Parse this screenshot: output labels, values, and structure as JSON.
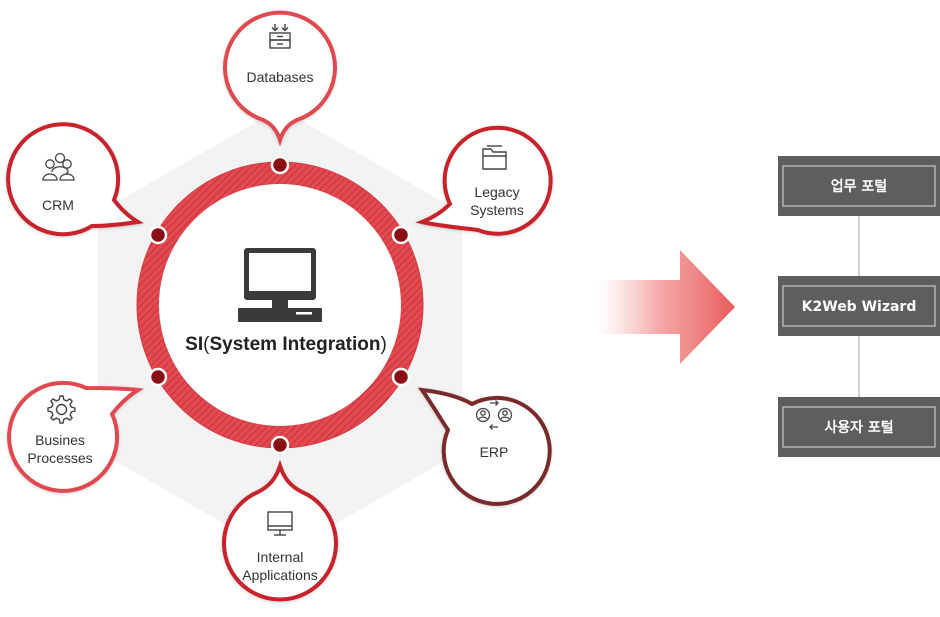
{
  "center": {
    "prefix": "SI",
    "open_paren": "(",
    "name": "System Integration",
    "close_paren": ")",
    "icon": "computer-icon"
  },
  "nodes": [
    {
      "id": "databases",
      "lines": [
        "Databases"
      ],
      "icon": "database-archive-icon",
      "color": "#e0484f"
    },
    {
      "id": "legacy-systems",
      "lines": [
        "Legacy",
        "Systems"
      ],
      "icon": "folder-icon",
      "color": "#c8202a"
    },
    {
      "id": "erp",
      "lines": [
        "ERP"
      ],
      "icon": "user-exchange-icon",
      "color": "#7a2a2a"
    },
    {
      "id": "internal-applications",
      "lines": [
        "Internal",
        "Applications"
      ],
      "icon": "monitor-icon",
      "color": "#c8202a"
    },
    {
      "id": "busines-processes",
      "lines": [
        "Busines",
        "Processes"
      ],
      "icon": "gear-icon",
      "color": "#e0484f"
    },
    {
      "id": "crm",
      "lines": [
        "CRM"
      ],
      "icon": "people-group-icon",
      "color": "#c8202a"
    }
  ],
  "arrow": {
    "icon": "right-arrow-icon",
    "color": "#e95a5a"
  },
  "stack": [
    {
      "id": "work-portal",
      "label": "업무 포털"
    },
    {
      "id": "k2web-wizard",
      "label": "K2Web Wizard"
    },
    {
      "id": "user-portal",
      "label": "사용자 포털"
    }
  ],
  "colors": {
    "ring": "#e24950",
    "ring_dark": "#b01c22",
    "hexagon": "#f3f3f3",
    "dot": "#8a0f14",
    "box": "#5e5e5e",
    "box_border": "#c9c9c9"
  }
}
